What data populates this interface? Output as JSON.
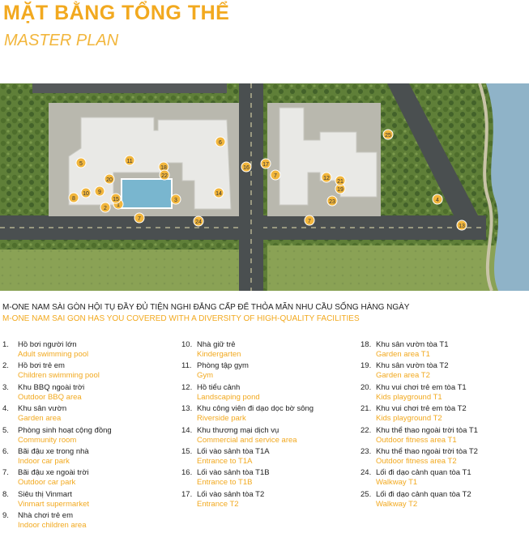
{
  "title_vi": "MẶT BẰNG TỔNG THỂ",
  "title_en": "MASTER PLAN",
  "subtitle_vi": "M-ONE NAM SÀI GÒN HỘI TỤ ĐẦY ĐỦ TIỆN NGHI ĐẲNG CẤP ĐỂ THỎA MÃN NHU CẦU SỐNG HÀNG NGÀY",
  "subtitle_en": "M-ONE NAM SAI GON HAS YOU COVERED WITH A DIVERSITY OF HIGH-QUALITY FACILITIES",
  "colors": {
    "accent": "#f2a91f",
    "grass": "#6f8f45",
    "road": "#4a4f50",
    "building": "#e9e9e6",
    "water": "#79b6cf",
    "river": "#8fb3c8"
  },
  "markers": [
    "1",
    "2",
    "3",
    "4",
    "5",
    "6",
    "7",
    "8",
    "9",
    "10",
    "11",
    "12",
    "13",
    "14",
    "15",
    "16",
    "17",
    "18",
    "19",
    "20",
    "21",
    "22",
    "23",
    "24",
    "25"
  ],
  "legend": [
    [
      {
        "num": "1.",
        "vi": "Hồ bơi người lớn",
        "en": "Adult swimming pool"
      },
      {
        "num": "2.",
        "vi": "Hồ bơi trẻ em",
        "en": "Children swimming pool"
      },
      {
        "num": "3.",
        "vi": "Khu BBQ ngoài trời",
        "en": "Outdoor BBQ area"
      },
      {
        "num": "4.",
        "vi": "Khu sân vườn",
        "en": "Garden area"
      },
      {
        "num": "5.",
        "vi": "Phòng sinh hoạt cộng đồng",
        "en": "Community room"
      },
      {
        "num": "6.",
        "vi": "Bãi đậu xe trong nhà",
        "en": "Indoor car park"
      },
      {
        "num": "7.",
        "vi": "Bãi đậu xe ngoài trời",
        "en": "Outdoor car park"
      },
      {
        "num": "8.",
        "vi": "Siêu thị Vinmart",
        "en": "Vinmart supermarket"
      },
      {
        "num": "9.",
        "vi": "Nhà chơi trẻ em",
        "en": "Indoor children area"
      }
    ],
    [
      {
        "num": "10.",
        "vi": "Nhà giữ trẻ",
        "en": "Kindergarten"
      },
      {
        "num": "11.",
        "vi": "Phòng tập gym",
        "en": "Gym"
      },
      {
        "num": "12.",
        "vi": "Hồ tiểu cảnh",
        "en": "Landscaping pond"
      },
      {
        "num": "13.",
        "vi": "Khu công viên đi dạo dọc bờ sông",
        "en": "Riverside park"
      },
      {
        "num": "14.",
        "vi": "Khu thương mại dịch vụ",
        "en": "Commercial and service area"
      },
      {
        "num": "15.",
        "vi": "Lối vào sảnh tòa T1A",
        "en": "Entrance to T1A"
      },
      {
        "num": "16.",
        "vi": "Lối vào sảnh tòa T1B",
        "en": "Entrance to T1B"
      },
      {
        "num": "17.",
        "vi": "Lối vào sảnh tòa T2",
        "en": "Entrance T2"
      }
    ],
    [
      {
        "num": "18.",
        "vi": "Khu sân vườn tòa T1",
        "en": "Garden area T1"
      },
      {
        "num": "19.",
        "vi": "Khu sân vườn tòa T2",
        "en": "Garden area T2"
      },
      {
        "num": "20.",
        "vi": "Khu vui chơi trẻ em tòa T1",
        "en": "Kids playground T1"
      },
      {
        "num": "21.",
        "vi": "Khu vui chơi trẻ em tòa T2",
        "en": "Kids playground T2"
      },
      {
        "num": "22.",
        "vi": "Khu thể thao ngoài trời tòa T1",
        "en": "Outdoor fitness area T1"
      },
      {
        "num": "23.",
        "vi": "Khu thể thao ngoài trời tòa T2",
        "en": "Outdoor fitness area T2"
      },
      {
        "num": "24.",
        "vi": "Lối đi dạo cảnh quan tòa T1",
        "en": "Walkway T1"
      },
      {
        "num": "25.",
        "vi": "Lối đi dạo cảnh quan tòa T2",
        "en": "Walkway T2"
      }
    ]
  ]
}
